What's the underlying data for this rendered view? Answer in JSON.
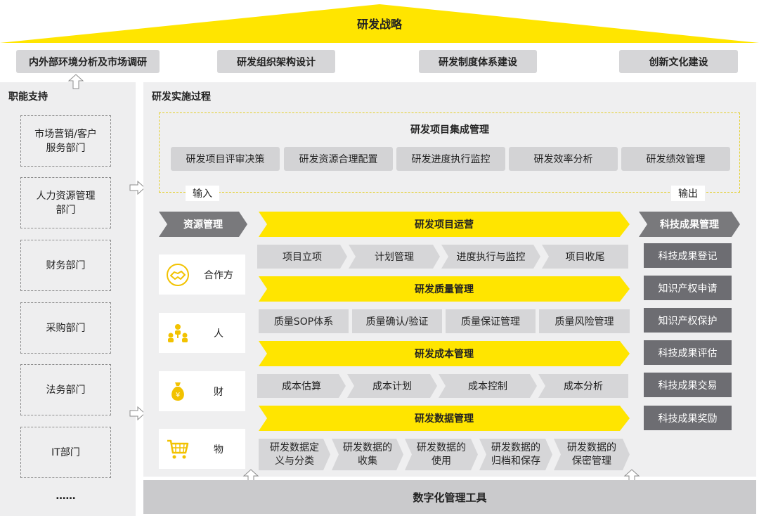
{
  "strategy": {
    "title": "研发战略"
  },
  "top_items": [
    "内外部环境分析及市场调研",
    "研发组织架构设计",
    "研发制度体系建设",
    "创新文化建设"
  ],
  "left": {
    "title": "职能支持",
    "departments": [
      [
        "市场营销/客户",
        "服务部门"
      ],
      [
        "人力资源管理",
        "部门"
      ],
      [
        "财务部门"
      ],
      [
        "采购部门"
      ],
      [
        "法务部门"
      ],
      [
        "IT部门"
      ]
    ],
    "more": "……"
  },
  "process": {
    "title": "研发实施过程",
    "integrated": {
      "title": "研发项目集成管理",
      "items": [
        "研发项目评审决策",
        "研发资源合理配置",
        "研发进度执行监控",
        "研发效率分析",
        "研发绩效管理"
      ],
      "input_label": "输入",
      "output_label": "输出"
    },
    "resource": {
      "header": "资源管理",
      "items": [
        {
          "label": "合作方",
          "icon": "handshake-icon"
        },
        {
          "label": "人",
          "icon": "people-icon"
        },
        {
          "label": "财",
          "icon": "money-bag-icon"
        },
        {
          "label": "物",
          "icon": "shopping-cart-icon"
        }
      ]
    },
    "operations": [
      {
        "title": "研发项目运营",
        "steps": [
          [
            "项目立项"
          ],
          [
            "计划管理"
          ],
          [
            "进度执行与监控"
          ],
          [
            "项目收尾"
          ]
        ]
      },
      {
        "title": "研发质量管理",
        "steps": [
          [
            "质量SOP体系"
          ],
          [
            "质量确认/验证"
          ],
          [
            "质量保证管理"
          ],
          [
            "质量风险管理"
          ]
        ]
      },
      {
        "title": "研发成本管理",
        "steps": [
          [
            "成本估算"
          ],
          [
            "成本计划"
          ],
          [
            "成本控制"
          ],
          [
            "成本分析"
          ]
        ]
      },
      {
        "title": "研发数据管理",
        "steps": [
          [
            "研发数据定",
            "义与分类"
          ],
          [
            "研发数据的",
            "收集"
          ],
          [
            "研发数据的",
            "使用"
          ],
          [
            "研发数据的",
            "归档和保存"
          ],
          [
            "研发数据的",
            "保密管理"
          ]
        ]
      }
    ],
    "tech": {
      "header": "科技成果管理",
      "items": [
        "科技成果登记",
        "知识产权申请",
        "知识产权保护",
        "科技成果评估",
        "科技成果交易",
        "科技成果奖励"
      ]
    }
  },
  "bottom": {
    "label": "数字化管理工具"
  },
  "colors": {
    "yellow": "#ffe500",
    "gray_light": "#d6d6d8",
    "gray_dark": "#6d6d72",
    "panel": "#efeff0"
  }
}
